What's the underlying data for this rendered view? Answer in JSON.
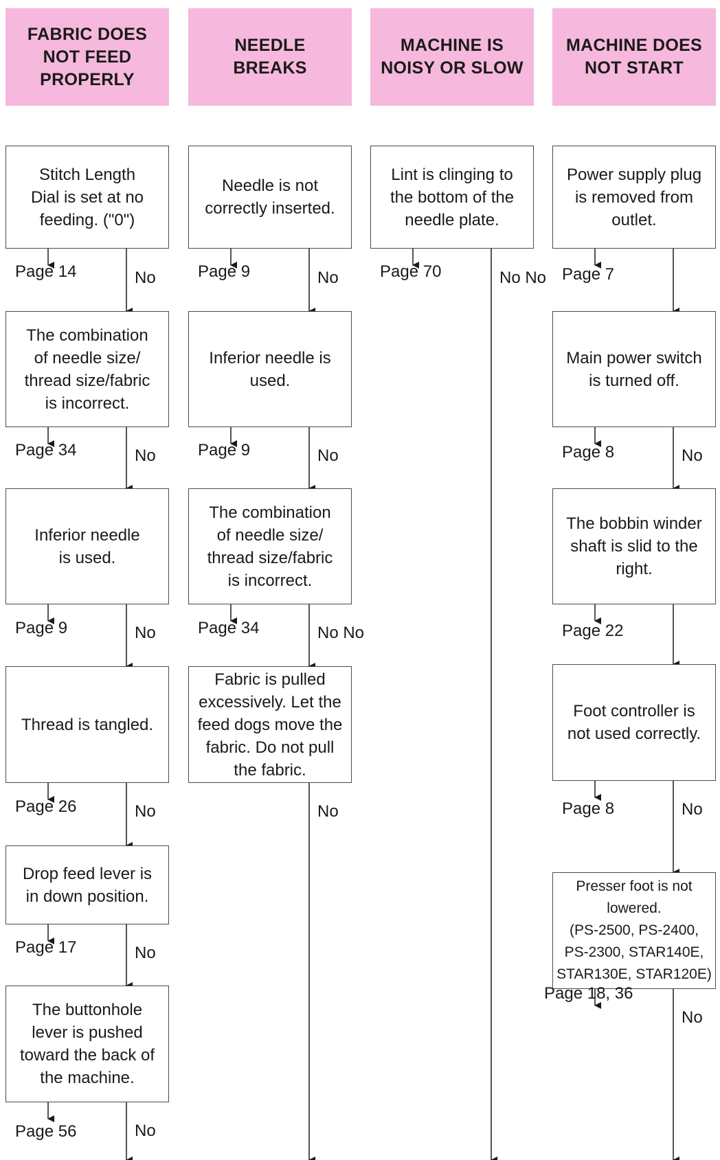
{
  "columns": [
    {
      "header": "FABRIC DOES\nNOT FEED\nPROPERLY",
      "steps": [
        {
          "text": "Stitch Length\nDial is set at no\nfeeding. (\"0\")",
          "page": "Page 14",
          "no": "No"
        },
        {
          "text": "The combination\nof needle size/\nthread size/fabric\nis incorrect.",
          "page": "Page 34",
          "no": "No"
        },
        {
          "text": "Inferior needle\nis used.",
          "page": "Page 9",
          "no": "No"
        },
        {
          "text": "Thread is tangled.",
          "page": "Page 26",
          "no": "No"
        },
        {
          "text": "Drop feed lever is\nin down position.",
          "page": "Page 17",
          "no": "No"
        },
        {
          "text": "The buttonhole\nlever is pushed\ntoward the back of\nthe machine.",
          "page": "Page 56",
          "no": "No"
        }
      ]
    },
    {
      "header": "NEEDLE\nBREAKS",
      "steps": [
        {
          "text": "Needle is not\ncorrectly inserted.",
          "page": "Page 9",
          "no": "No"
        },
        {
          "text": "Inferior needle is\nused.",
          "page": "Page 9",
          "no": "No"
        },
        {
          "text": "The combination\nof needle size/\nthread size/fabric\nis incorrect.",
          "page": "Page 34",
          "no": "No No"
        },
        {
          "text": "Fabric is pulled\nexcessively. Let the\nfeed dogs move the\nfabric. Do not pull\nthe fabric.",
          "no": "No"
        }
      ]
    },
    {
      "header": "MACHINE IS\nNOISY OR SLOW",
      "steps": [
        {
          "text": "Lint is clinging to\nthe bottom of the\nneedle plate.",
          "page": "Page 70",
          "no": "No No"
        }
      ]
    },
    {
      "header": "MACHINE DOES\nNOT START",
      "steps": [
        {
          "text": "Power supply plug\nis removed from\noutlet.",
          "page": "Page 7"
        },
        {
          "text": "Main power switch\nis turned off.",
          "page": "Page 8",
          "no": "No"
        },
        {
          "text": "The bobbin winder\nshaft is slid to the\nright.",
          "page": "Page 22"
        },
        {
          "text": "Foot controller is\nnot used correctly.",
          "page": "Page 8",
          "no": "No"
        },
        {
          "text": "Presser foot is not\nlowered.\n(PS-2500, PS-2400,\nPS-2300, STAR140E,\nSTAR130E, STAR120E)",
          "page": "Page 18, 36",
          "no": "No"
        }
      ]
    }
  ]
}
